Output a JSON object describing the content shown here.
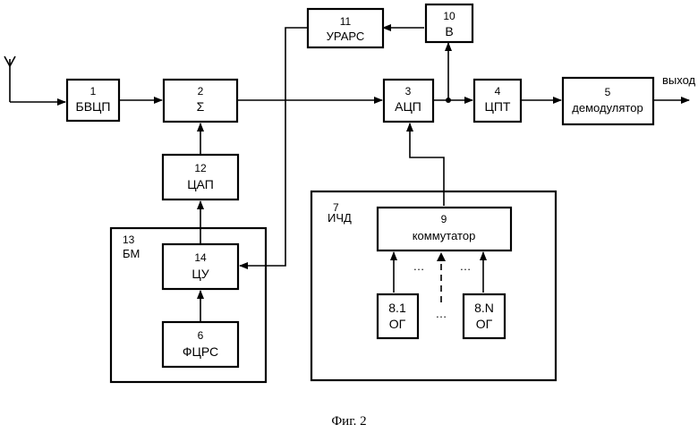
{
  "blocks": {
    "b1": {
      "num": "1",
      "label": "БВЦП"
    },
    "b2": {
      "num": "2",
      "label": "Σ"
    },
    "b3": {
      "num": "3",
      "label": "АЦП"
    },
    "b4": {
      "num": "4",
      "label": "ЦПТ"
    },
    "b5": {
      "num": "5",
      "label": "демодулятор"
    },
    "b6": {
      "num": "6",
      "label": "ФЦРС"
    },
    "b9": {
      "num": "9",
      "label": "коммутатор"
    },
    "b10": {
      "num": "10",
      "label": "В"
    },
    "b11": {
      "num": "11",
      "label": "УРАРС"
    },
    "b12": {
      "num": "12",
      "label": "ЦАП"
    },
    "b14": {
      "num": "14",
      "label": "ЦУ"
    },
    "b81": {
      "num": "8.1",
      "label": "ОГ"
    },
    "b8N": {
      "num": "8.N",
      "label": "ОГ"
    }
  },
  "containers": {
    "c13": {
      "num": "13",
      "label": "БМ"
    },
    "c7": {
      "num": "7",
      "label": "ИЧД"
    }
  },
  "ellipsis": "…",
  "output_label": "выход",
  "caption": "Фиг. 2"
}
